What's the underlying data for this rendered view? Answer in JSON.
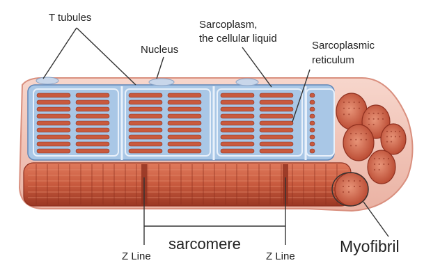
{
  "diagram": {
    "labels": {
      "t_tubules": "T tubules",
      "nucleus": "Nucleus",
      "sarcoplasm_line1": "Sarcoplasm,",
      "sarcoplasm_line2": "the cellular liquid",
      "sr_line1": "Sarcoplasmic",
      "sr_line2": "reticulum",
      "sarcomere": "sarcomere",
      "z_line_left": "Z Line",
      "z_line_right": "Z Line",
      "myofibril": "Myofibril"
    },
    "colors": {
      "membrane": "#f2c2b5",
      "membrane_edge": "#d98f7e",
      "reticulum": "#a9c7e6",
      "reticulum_edge": "#5f86b8",
      "myofibril": "#c85a3e",
      "myofibril_dark": "#8e2f1e",
      "myofibril_light": "#e38a6c",
      "leader_line": "#333333"
    }
  }
}
